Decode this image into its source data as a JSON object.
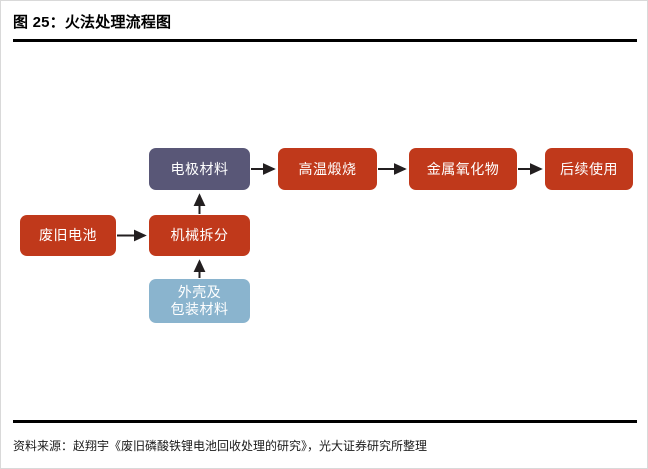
{
  "figure": {
    "title": "图 25：火法处理流程图",
    "source": "资料来源：赵翔宇《废旧磷酸铁锂电池回收处理的研究》，光大证券研究所整理"
  },
  "colors": {
    "red": "#c0391b",
    "slate": "#595777",
    "blue": "#8ab4ce",
    "rule": "#000000",
    "arrow": "#231f20",
    "border": "#d9d9d9"
  },
  "diagram": {
    "type": "flowchart",
    "nodes": [
      {
        "id": "feijiu",
        "label": "废旧电池",
        "color": "red",
        "row": "middle"
      },
      {
        "id": "jixie",
        "label": "机械拆分",
        "color": "red",
        "row": "middle"
      },
      {
        "id": "waike",
        "label": "外壳及\n包装材料",
        "label_line1": "外壳及",
        "label_line2": "包装材料",
        "color": "blue",
        "row": "bottom"
      },
      {
        "id": "dianji",
        "label": "电极材料",
        "color": "slate",
        "row": "top"
      },
      {
        "id": "gaowen",
        "label": "高温煅烧",
        "color": "red",
        "row": "top"
      },
      {
        "id": "jinshu",
        "label": "金属氧化物",
        "color": "red",
        "row": "top"
      },
      {
        "id": "houxu",
        "label": "后续使用",
        "color": "red",
        "row": "top"
      }
    ],
    "edges": [
      {
        "from": "feijiu",
        "to": "jixie",
        "direction": "right"
      },
      {
        "from": "waike",
        "to": "jixie",
        "direction": "up"
      },
      {
        "from": "jixie",
        "to": "dianji",
        "direction": "up"
      },
      {
        "from": "dianji",
        "to": "gaowen",
        "direction": "right"
      },
      {
        "from": "gaowen",
        "to": "jinshu",
        "direction": "right"
      },
      {
        "from": "jinshu",
        "to": "houxu",
        "direction": "right"
      }
    ]
  }
}
